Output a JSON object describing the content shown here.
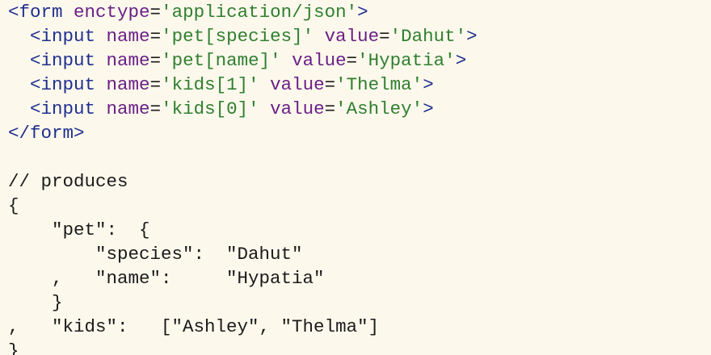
{
  "code": {
    "lines": [
      [
        {
          "t": "<form",
          "c": "tag"
        },
        {
          "t": " ",
          "c": "plain"
        },
        {
          "t": "enctype",
          "c": "attr"
        },
        {
          "t": "=",
          "c": "punct"
        },
        {
          "t": "'application/json'",
          "c": "str"
        },
        {
          "t": ">",
          "c": "tag"
        }
      ],
      [
        {
          "t": "  ",
          "c": "plain"
        },
        {
          "t": "<input",
          "c": "tag"
        },
        {
          "t": " ",
          "c": "plain"
        },
        {
          "t": "name",
          "c": "attr"
        },
        {
          "t": "=",
          "c": "punct"
        },
        {
          "t": "'pet[species]'",
          "c": "str"
        },
        {
          "t": " ",
          "c": "plain"
        },
        {
          "t": "value",
          "c": "attr"
        },
        {
          "t": "=",
          "c": "punct"
        },
        {
          "t": "'Dahut'",
          "c": "str"
        },
        {
          "t": ">",
          "c": "tag"
        }
      ],
      [
        {
          "t": "  ",
          "c": "plain"
        },
        {
          "t": "<input",
          "c": "tag"
        },
        {
          "t": " ",
          "c": "plain"
        },
        {
          "t": "name",
          "c": "attr"
        },
        {
          "t": "=",
          "c": "punct"
        },
        {
          "t": "'pet[name]'",
          "c": "str"
        },
        {
          "t": " ",
          "c": "plain"
        },
        {
          "t": "value",
          "c": "attr"
        },
        {
          "t": "=",
          "c": "punct"
        },
        {
          "t": "'Hypatia'",
          "c": "str"
        },
        {
          "t": ">",
          "c": "tag"
        }
      ],
      [
        {
          "t": "  ",
          "c": "plain"
        },
        {
          "t": "<input",
          "c": "tag"
        },
        {
          "t": " ",
          "c": "plain"
        },
        {
          "t": "name",
          "c": "attr"
        },
        {
          "t": "=",
          "c": "punct"
        },
        {
          "t": "'kids[1]'",
          "c": "str"
        },
        {
          "t": " ",
          "c": "plain"
        },
        {
          "t": "value",
          "c": "attr"
        },
        {
          "t": "=",
          "c": "punct"
        },
        {
          "t": "'Thelma'",
          "c": "str"
        },
        {
          "t": ">",
          "c": "tag"
        }
      ],
      [
        {
          "t": "  ",
          "c": "plain"
        },
        {
          "t": "<input",
          "c": "tag"
        },
        {
          "t": " ",
          "c": "plain"
        },
        {
          "t": "name",
          "c": "attr"
        },
        {
          "t": "=",
          "c": "punct"
        },
        {
          "t": "'kids[0]'",
          "c": "str"
        },
        {
          "t": " ",
          "c": "plain"
        },
        {
          "t": "value",
          "c": "attr"
        },
        {
          "t": "=",
          "c": "punct"
        },
        {
          "t": "'Ashley'",
          "c": "str"
        },
        {
          "t": ">",
          "c": "tag"
        }
      ],
      [
        {
          "t": "</form>",
          "c": "tag"
        }
      ],
      [],
      [
        {
          "t": "// produces",
          "c": "plain"
        }
      ],
      [
        {
          "t": "{",
          "c": "plain"
        }
      ],
      [
        {
          "t": "    \"pet\":  {",
          "c": "plain"
        }
      ],
      [
        {
          "t": "        \"species\":  \"Dahut\"",
          "c": "plain"
        }
      ],
      [
        {
          "t": "    ,   \"name\":     \"Hypatia\"",
          "c": "plain"
        }
      ],
      [
        {
          "t": "    }",
          "c": "plain"
        }
      ],
      [
        {
          "t": ",   \"kids\":   [\"Ashley\", \"Thelma\"]",
          "c": "plain"
        }
      ],
      [
        {
          "t": "}",
          "c": "plain"
        }
      ]
    ]
  }
}
